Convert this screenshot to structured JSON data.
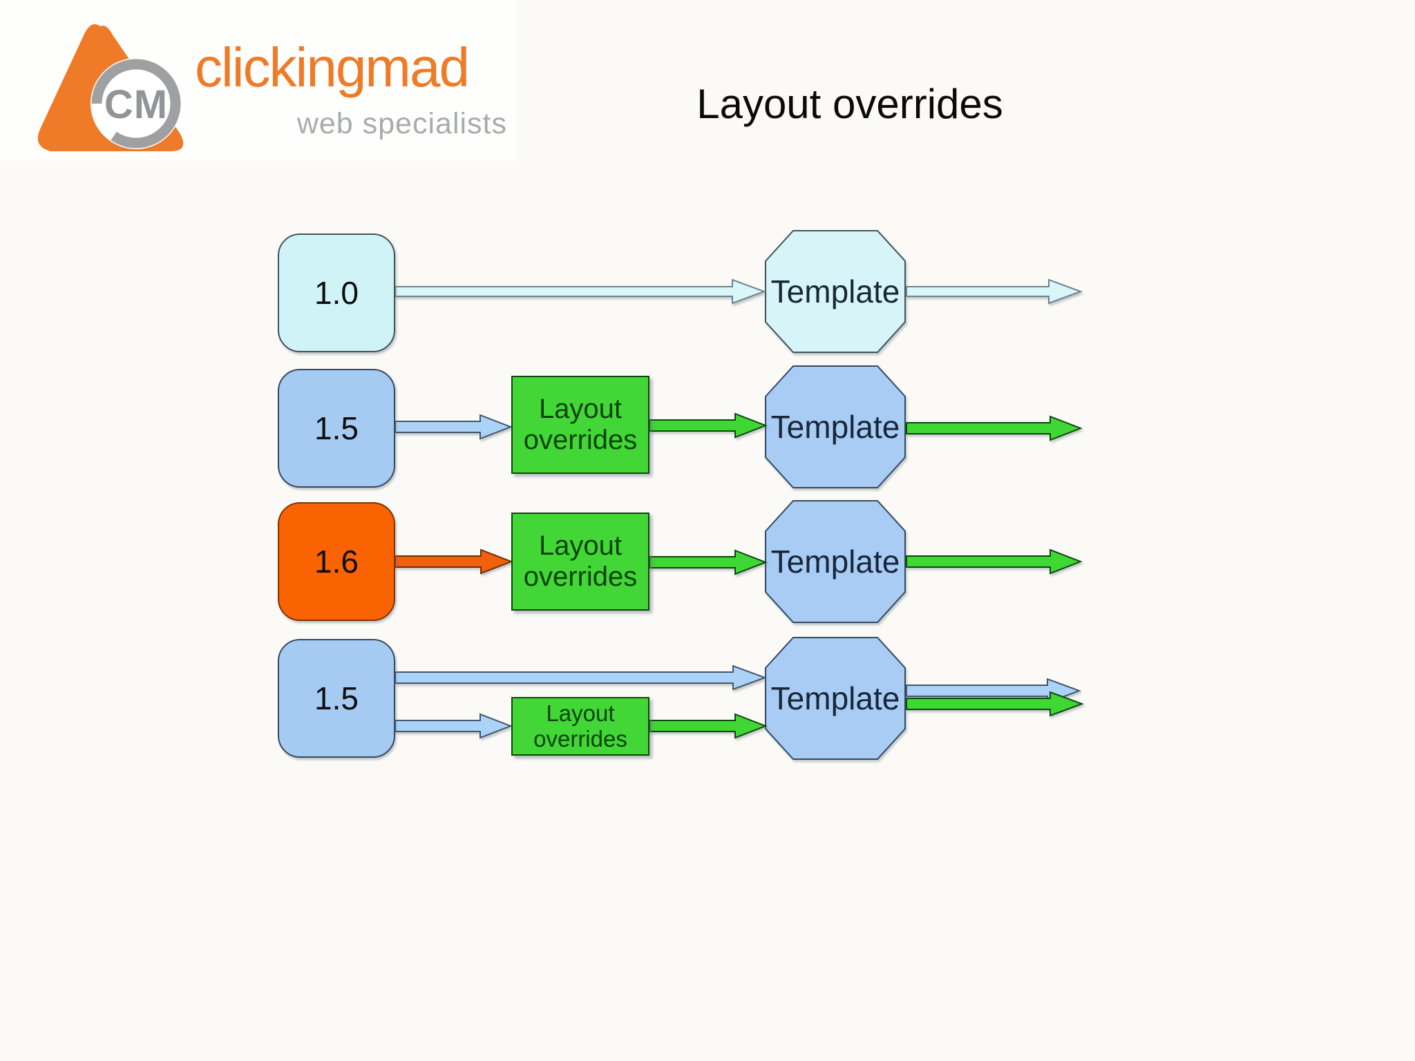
{
  "logo": {
    "monogram": "CM",
    "name": "clickingmad",
    "tagline": "web specialists"
  },
  "title": "Layout overrides",
  "colors": {
    "logo_orange": "#ee7b28",
    "logo_gray": "#9ea0a2",
    "pale_cyan_node": "#cff3f6",
    "light_blue_node": "#a6cbf3",
    "orange_node": "#f96302",
    "green_box": "#42d737",
    "green_arrow": "#3fd733",
    "blue_arrow": "#abd3f8",
    "cyan_arrow": "#d9f6f9",
    "orange_arrow": "#f25f0d"
  },
  "diagram": {
    "rows": [
      {
        "version": "1.0",
        "template": "Template"
      },
      {
        "version": "1.5",
        "override": "Layout overrides",
        "template": "Template"
      },
      {
        "version": "1.6",
        "override": "Layout overrides",
        "template": "Template"
      },
      {
        "version": "1.5",
        "override": "Layout overrides",
        "template": "Template"
      }
    ]
  }
}
